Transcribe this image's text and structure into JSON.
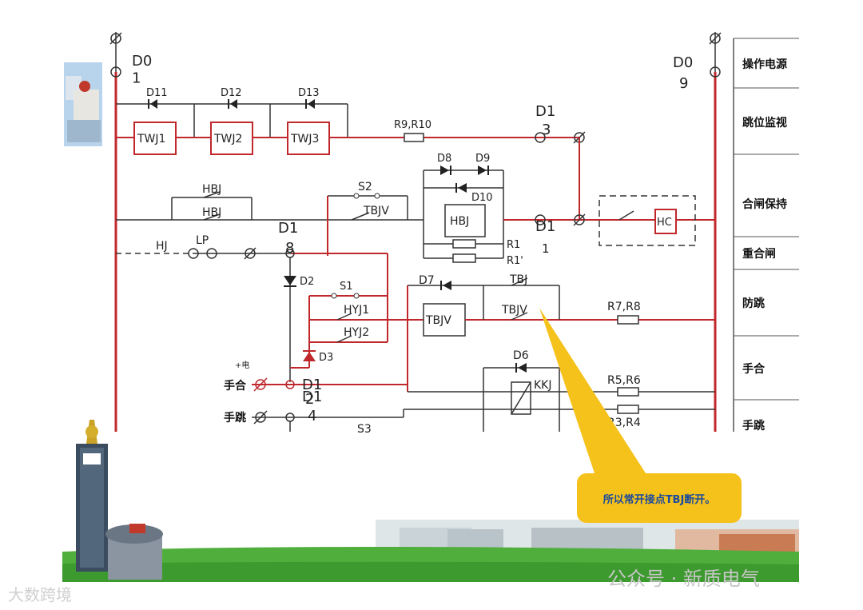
{
  "diagram": {
    "rails": {
      "left_top": "D0\n1",
      "right_top_a": "D0",
      "right_top_b": "9"
    },
    "labels": {
      "d11": "D11",
      "d12": "D12",
      "d13": "D13",
      "twj1": "TWJ1",
      "twj2": "TWJ2",
      "twj3": "TWJ3",
      "r9r10": "R9,R10",
      "d13_a": "D1",
      "d13_b": "3",
      "d8": "D8",
      "d9": "D9",
      "d10": "D10",
      "hbj_box": "HBJ",
      "r1": "R1",
      "r1p": "R1'",
      "d11b_a": "D1",
      "d11b_b": "1",
      "hc": "HC",
      "hbj1": "HBJ",
      "hbj2": "HBJ",
      "s2": "S2",
      "tbjv1": "TBJV",
      "hj": "HJ",
      "lp": "LP",
      "d18_a": "D1",
      "d18_b": "8",
      "d2": "D2",
      "s1": "S1",
      "hyj1": "HYJ1",
      "hyj2": "HYJ2",
      "d3": "D3",
      "d7": "D7",
      "tbj": "TBJ",
      "tbjv_box": "TBJV",
      "tbjv2": "TBJV",
      "r7r8": "R7,R8",
      "d6": "D6",
      "kkj": "KKJ",
      "r5r6": "R5,R6",
      "r3r4": "R3,R4",
      "plus_e": "+电",
      "shouhe": "手合",
      "d12b_a": "D1",
      "d12b_b": "2",
      "shoutiao": "手跳",
      "d14_a": "D1",
      "d14_b": "4",
      "s3": "S3"
    },
    "side_table": [
      "操作电源",
      "跳位监视",
      "合闸保持",
      "重合闸",
      "防跳",
      "手合",
      "手跳"
    ],
    "callout": "所以常开接点TBJ断开。"
  },
  "watermarks": {
    "left": "大数跨境",
    "right": "公众号 · 新质电气"
  },
  "colors": {
    "wire_red": "#c0282c",
    "wire_dark": "#333333",
    "callout": "#f5c21b",
    "callout_text": "#1a4a9c"
  }
}
